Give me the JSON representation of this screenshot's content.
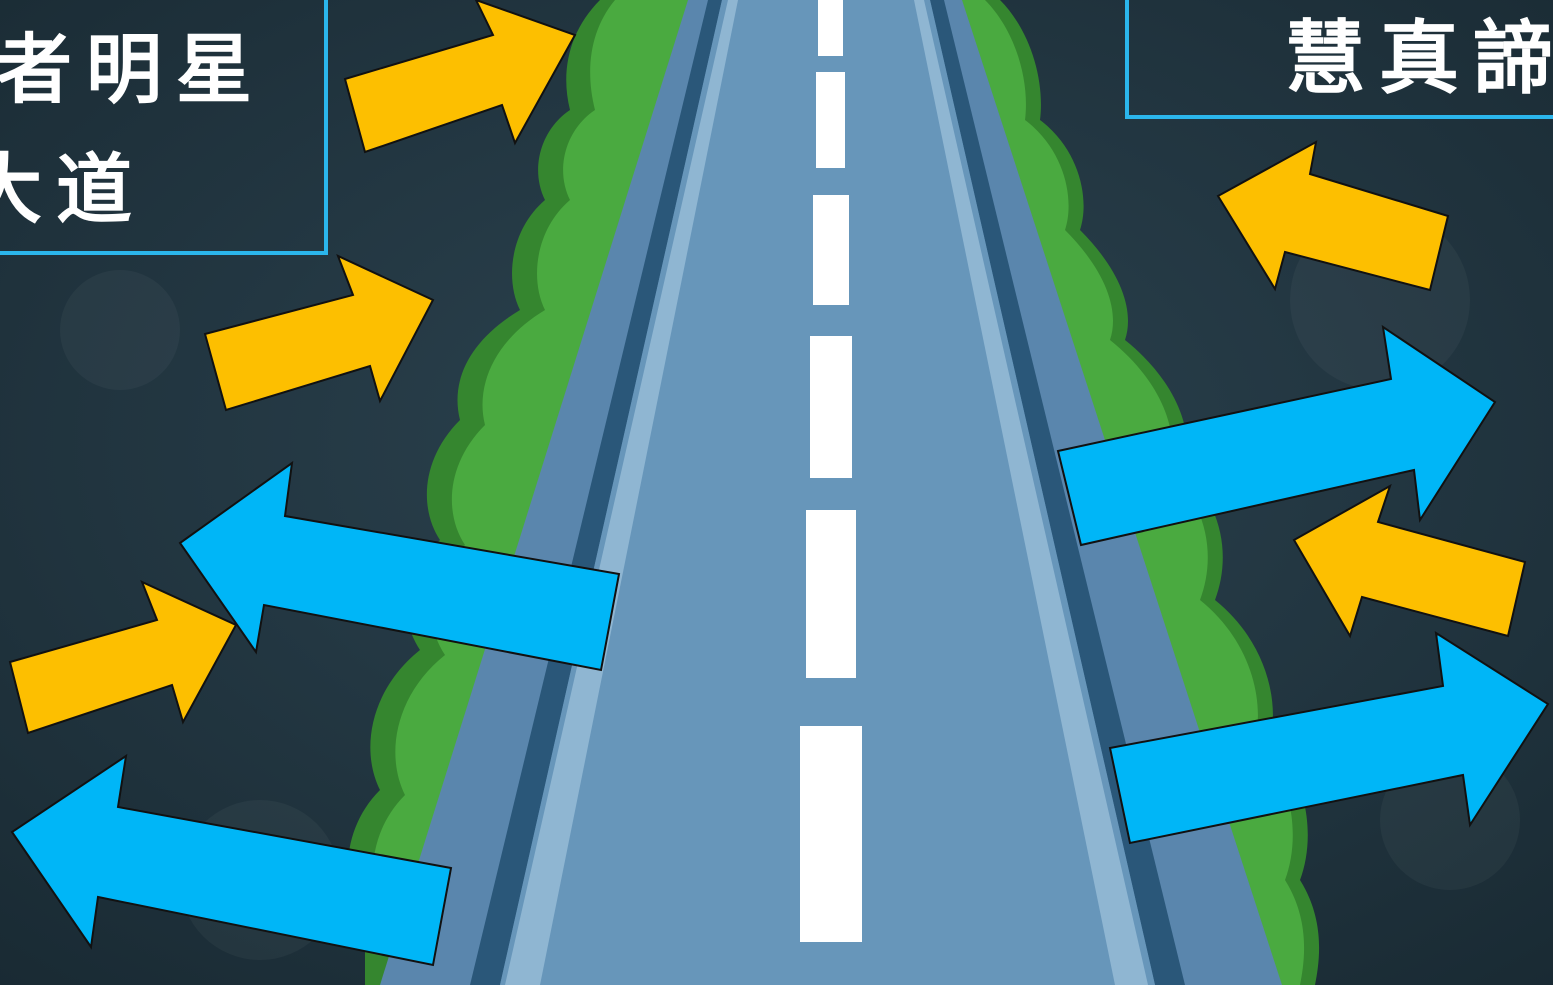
{
  "slide": {
    "left_label": {
      "line1": "者明星",
      "line2": "大道"
    },
    "right_label": {
      "line1": "慧真諦"
    }
  },
  "colors": {
    "background": "#1f3440",
    "frame": "#2bb6ec",
    "arrow_orange": "#fdbf00",
    "arrow_blue": "#00b6f7",
    "road": "#6796ba",
    "road_edge": "#2a5779",
    "bush": "#4aaa40",
    "bush_dark": "#35862f",
    "lane_marking": "#ffffff"
  },
  "icons": [
    "highway-road",
    "arrow-right-up",
    "arrow-left-up",
    "arrow-right",
    "arrow-left"
  ]
}
